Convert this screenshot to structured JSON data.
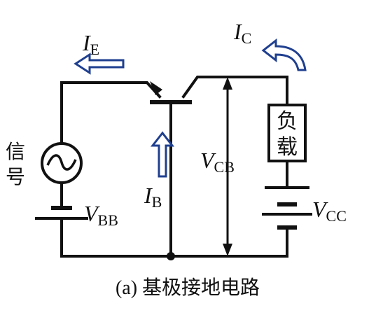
{
  "caption": "(a) 基极接地电路",
  "labels": {
    "signal_line1": "信",
    "signal_line2": "号",
    "load_line1": "负",
    "load_line2": "载",
    "ie_main": "I",
    "ie_sub": "E",
    "ic_main": "I",
    "ic_sub": "C",
    "ib_main": "I",
    "ib_sub": "B",
    "vcb_main": "V",
    "vcb_sub": "CB",
    "vbb_main": "V",
    "vbb_sub": "BB",
    "vcc_main": "V",
    "vcc_sub": "CC"
  },
  "colors": {
    "line": "#111111",
    "arrow_stroke": "#1f3f8f",
    "arrow_fill": "#ffffff"
  }
}
